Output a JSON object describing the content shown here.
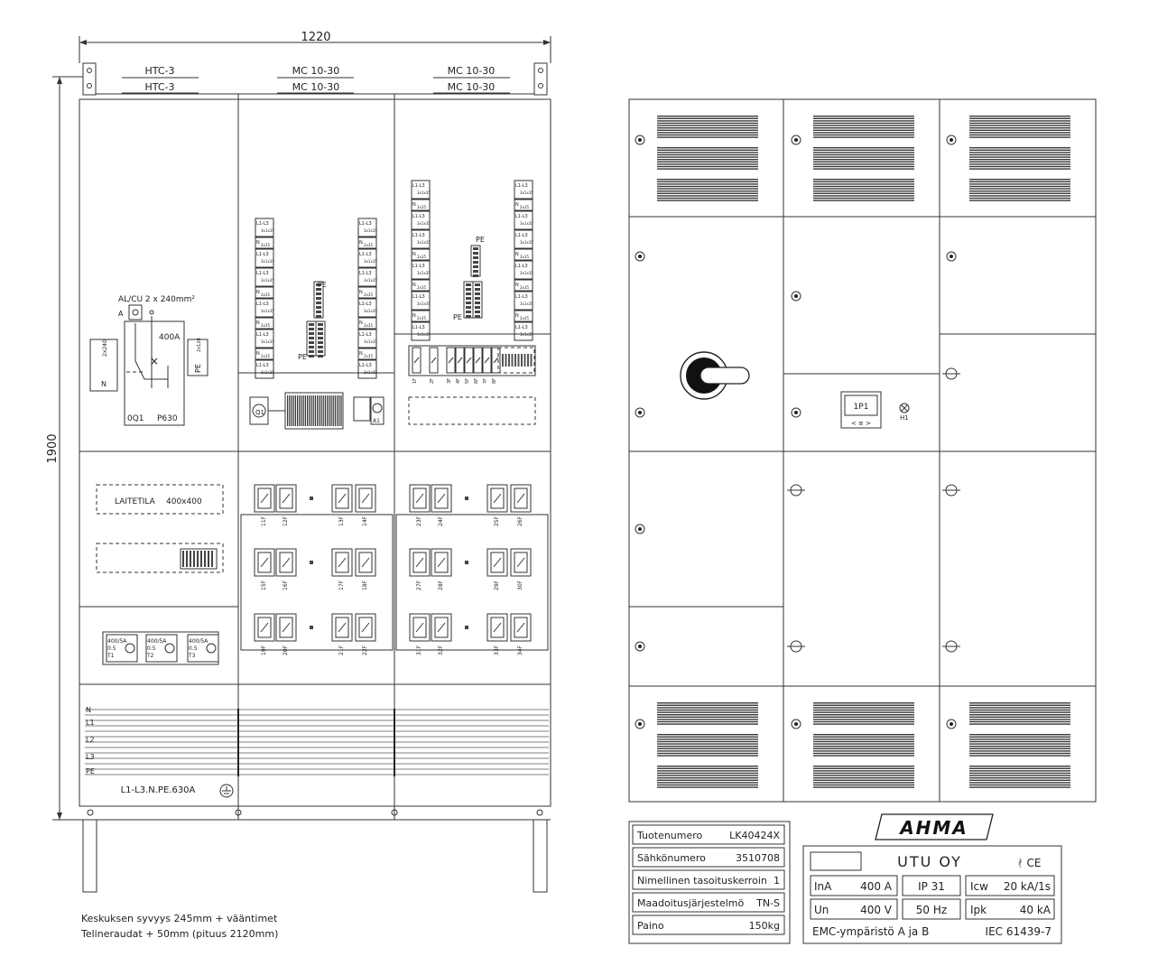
{
  "dimensions": {
    "width": "1220",
    "height": "1900"
  },
  "headers": [
    {
      "top": "HTC-3",
      "bottom": "HTC-3"
    },
    {
      "top": "MC 10-30",
      "bottom": "MC 10-30"
    },
    {
      "top": "MC 10-30",
      "bottom": "MC 10-30"
    }
  ],
  "left_panel": {
    "cable_label": "AL/CU 2 x 240mm²",
    "current": "400A",
    "switch_id": "0Q1",
    "switch_type": "P630",
    "n_label": "N",
    "n_rating": "2x240",
    "pe_label": "PE",
    "pe_rating": "2x120",
    "terminal_a": "A",
    "equipment_space": "LAITETILA",
    "equipment_size": "400x400",
    "ct_label": "400/5A",
    "ct_class": "0.5",
    "ct_ids": [
      "T1",
      "T2",
      "T3"
    ],
    "busbars": [
      "N",
      "L1",
      "L2",
      "L3",
      "PE"
    ],
    "busbar_rating": "L1-L3.N.PE.630A"
  },
  "terminals": {
    "phase": "L1-L3",
    "phase_rating": "3x1x35",
    "neutral": "N",
    "neutral_rating": "2x35",
    "pe": "PE"
  },
  "breakers": {
    "mid": [
      [
        "11F",
        "12F",
        "13F",
        "14F"
      ],
      [
        "15F",
        "16F",
        "17F",
        "18F"
      ],
      [
        "19F",
        "20F",
        "21F",
        "22F"
      ]
    ],
    "right": [
      [
        "23F",
        "24F",
        "25F",
        "26F"
      ],
      [
        "27F",
        "28F",
        "29F",
        "30F"
      ],
      [
        "31F",
        "32F",
        "33F",
        "34F"
      ]
    ],
    "top_row": [
      "1F",
      "2F",
      "3F",
      "4F",
      "5F",
      "6F",
      "7F",
      "8F"
    ]
  },
  "device_labels": {
    "q": "Q1",
    "a": "A1"
  },
  "front": {
    "meter": "1P1",
    "meter_buttons": "<  ≡  >",
    "lamp": "H1"
  },
  "notes": [
    "Keskuksen syvyys 245mm + vääntimet",
    "Telineraudat + 50mm (pituus 2120mm)"
  ],
  "product_table": [
    {
      "label": "Tuotenumero",
      "value": "LK40424X"
    },
    {
      "label": "Sähkönumero",
      "value": "3510708"
    },
    {
      "label": "Nimellinen tasoituskerroin",
      "value": "1"
    },
    {
      "label": "Maadoitusjärjestelmö",
      "value": "TN-S"
    },
    {
      "label": "Paino",
      "value": "150kg"
    }
  ],
  "nameplate": {
    "brand": "AHMA",
    "company": "UTU OY",
    "cert": "ᚯ  CE",
    "row1": [
      "InA",
      "400 A",
      "IP 31",
      "Icw",
      "20 kA/1s"
    ],
    "row2": [
      "Un",
      "400 V",
      "50 Hz",
      "Ipk",
      "40 kA"
    ],
    "emc": "EMC-ympäristö  A ja B",
    "standard": "IEC 61439-7"
  }
}
